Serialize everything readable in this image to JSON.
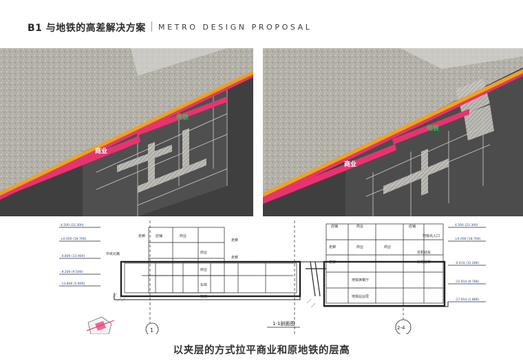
{
  "header": {
    "title": "B1 与地铁的高差解决方案",
    "subtitle": "METRO DESIGN PROPOSAL"
  },
  "renderings": [
    {
      "label_metro": "地铁",
      "label_commercial": "商业"
    },
    {
      "label_metro": "地铁",
      "label_commercial": "商业"
    }
  ],
  "section": {
    "title": "1-1剖面图",
    "left_elevations": [
      "4.500 (23.300)",
      "±0.000 (18.700)",
      "-4.800 (13.900)",
      "-9.200 (9.500)",
      "-13.800 (5.800)"
    ],
    "right_elevations": [
      "4.500 (23.300)",
      "±0.000 (18.700)",
      "-4.414 (12.286)",
      "-11.914 (6.786)",
      "-17.914 (1.886)"
    ],
    "left_rooms": [
      "店铺",
      "商业",
      "商业",
      "商业",
      "走廊",
      "走廊",
      "走廊",
      "车库",
      "车库"
    ],
    "left_label_road": "中央北路",
    "right_rooms": [
      "店铺",
      "商业",
      "商业",
      "商业",
      "走廊",
      "走廊",
      "店铺",
      "地铁换乘厅",
      "地铁站台层"
    ],
    "right_labels": [
      "地铁出入口",
      "非机动车",
      "非机动车"
    ],
    "axis_labels": [
      "1",
      "2-4"
    ]
  },
  "caption": "以夹层的方式拉平商业和原地铁的层高",
  "colors": {
    "pink": "#e8336f",
    "orange": "#f2a31d",
    "dark": "#3f3f3f",
    "ground": "#a8a59e",
    "metro_green": "#2ec55a"
  }
}
